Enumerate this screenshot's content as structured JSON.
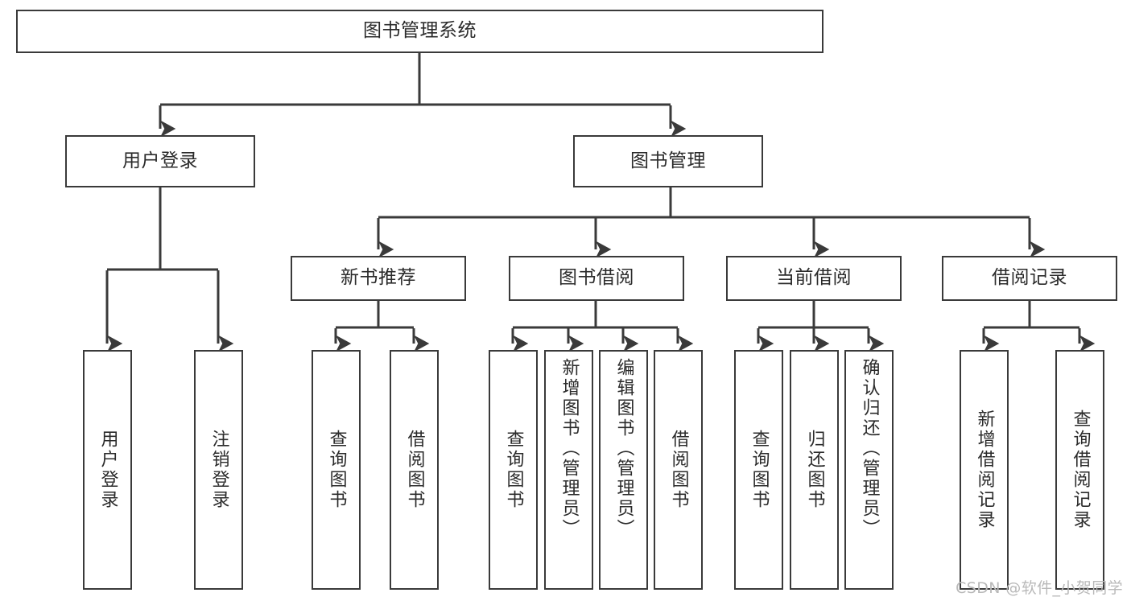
{
  "diagram": {
    "type": "tree",
    "title": "图书管理系统",
    "watermark": "CSDN @软件_小贺同学",
    "colors": {
      "box_border": "#3a3a3a",
      "box_fill": "#ffffff",
      "line": "#3a3a3a",
      "text": "#2b2b2b",
      "watermark": "#b9b9b9",
      "background": "#ffffff"
    },
    "nodes": {
      "root": {
        "label": "图书管理系统",
        "level": 1
      },
      "l2": [
        {
          "id": "user-login",
          "label": "用户登录",
          "level": 2
        },
        {
          "id": "book-manage",
          "label": "图书管理",
          "level": 2
        }
      ],
      "l3": [
        {
          "id": "new-book-rec",
          "label": "新书推荐",
          "level": 3,
          "parent": "book-manage"
        },
        {
          "id": "book-borrow",
          "label": "图书借阅",
          "level": 3,
          "parent": "book-manage"
        },
        {
          "id": "current-borrow",
          "label": "当前借阅",
          "level": 3,
          "parent": "book-manage"
        },
        {
          "id": "borrow-record",
          "label": "借阅记录",
          "level": 3,
          "parent": "book-manage"
        }
      ],
      "leaves": [
        {
          "id": "leaf-user-login",
          "label": "用户登录",
          "parent": "user-login"
        },
        {
          "id": "leaf-user-logout",
          "label": "注销登录",
          "parent": "user-login"
        },
        {
          "id": "leaf-query-book-1",
          "label": "查询图书",
          "parent": "new-book-rec"
        },
        {
          "id": "leaf-borrow-book-1",
          "label": "借阅图书",
          "parent": "new-book-rec"
        },
        {
          "id": "leaf-query-book-2",
          "label": "查询图书",
          "parent": "book-borrow"
        },
        {
          "id": "leaf-add-book",
          "label": "新增图书（管理员）",
          "parent": "book-borrow"
        },
        {
          "id": "leaf-edit-book",
          "label": "编辑图书（管理员）",
          "parent": "book-borrow"
        },
        {
          "id": "leaf-borrow-book-2",
          "label": "借阅图书",
          "parent": "book-borrow"
        },
        {
          "id": "leaf-query-book-3",
          "label": "查询图书",
          "parent": "current-borrow"
        },
        {
          "id": "leaf-return-book",
          "label": "归还图书",
          "parent": "current-borrow"
        },
        {
          "id": "leaf-confirm-return",
          "label": "确认归还（管理员）",
          "parent": "current-borrow"
        },
        {
          "id": "leaf-add-record",
          "label": "新增借阅记录",
          "parent": "borrow-record"
        },
        {
          "id": "leaf-query-record",
          "label": "查询借阅记录",
          "parent": "borrow-record"
        }
      ]
    }
  }
}
